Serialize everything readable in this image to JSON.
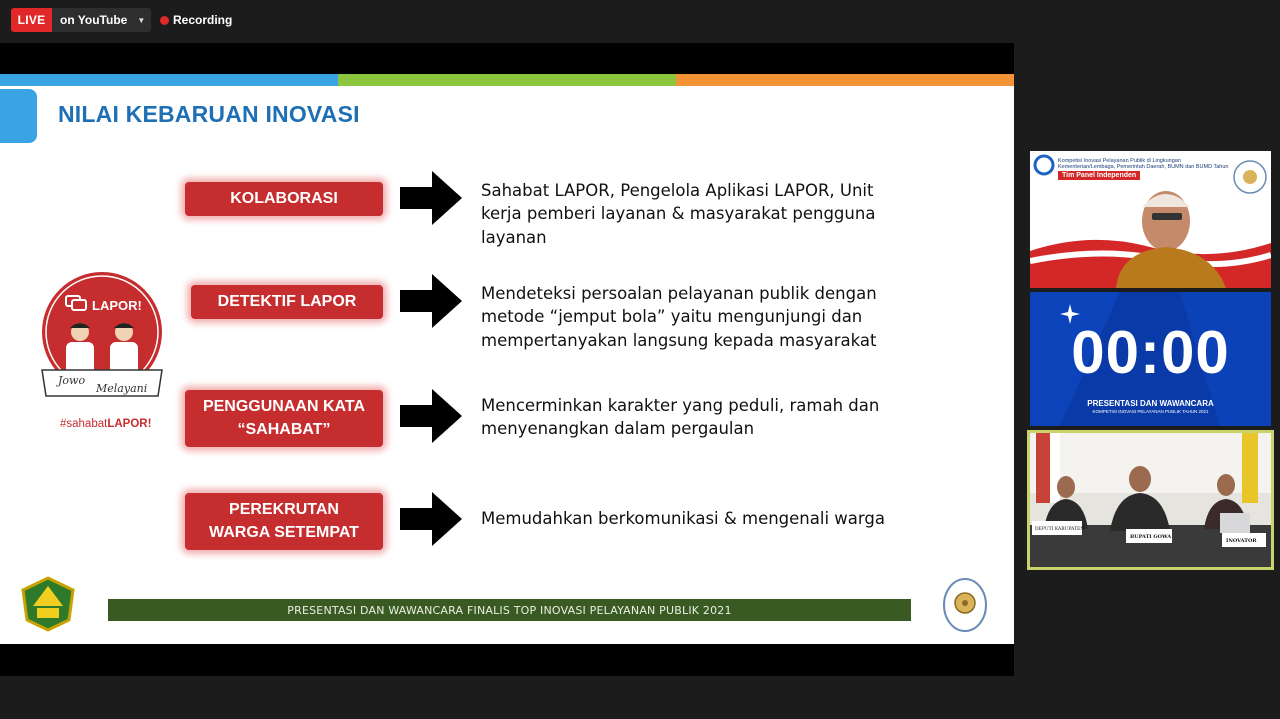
{
  "status_bar": {
    "live_label": "LIVE",
    "stream_target": "on YouTube",
    "recording_label": "Recording"
  },
  "slide": {
    "title": "NILAI KEBARUAN INOVASI",
    "stripe_colors": [
      "#3aa3e3",
      "#8cc63f",
      "#f29335"
    ],
    "rows": [
      {
        "label": "KOLABORASI",
        "description": "Sahabat LAPOR, Pengelola Aplikasi LAPOR, Unit kerja pemberi layanan & masyarakat pengguna layanan"
      },
      {
        "label": "DETEKTIF LAPOR",
        "description": "Mendeteksi persoalan pelayanan publik dengan metode “jemput bola” yaitu mengunjungi dan mempertanyakan langsung kepada masyarakat"
      },
      {
        "label": "PENGGUNAAN KATA “SAHABAT”",
        "description": "Mencerminkan karakter yang peduli, ramah dan menyenangkan dalam pergaulan"
      },
      {
        "label": "PEREKRUTAN WARGA SETEMPAT",
        "description": "Memudahkan berkomunikasi & mengenali warga"
      }
    ],
    "logo": {
      "brand": "LAPOR!",
      "ribbon_1": "Jowo",
      "ribbon_2": "Melayani",
      "hashtag_prefix": "#sahabat",
      "hashtag_brand": "LAPOR!"
    },
    "footer": "PRESENTASI DAN WAWANCARA FINALIS TOP INOVASI PELAYANAN PUBLIK 2021"
  },
  "participants": {
    "panel_tile": {
      "header_text": "Kompetisi Inovasi Pelayanan Publik di Lingkungan Kementerian/Lembaga, Pemerintah Daerah, BUMN dan BUMD Tahun 2021",
      "badge": "Tim Panel Independen"
    },
    "timer_tile": {
      "time": "00:00",
      "caption": "PRESENTASI DAN WAWANCARA",
      "subcaption": "KOMPETISI INOVASI PELAYANAN PUBLIK TAHUN 2021"
    },
    "room_tile": {
      "name_cards": [
        "DEPUTI KABUPATEN",
        "BUPATI GOWA",
        "INOVATOR"
      ]
    }
  }
}
